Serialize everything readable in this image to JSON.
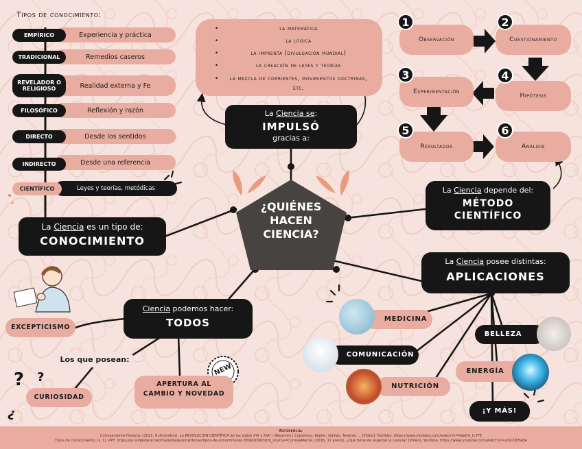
{
  "colors": {
    "dark": "#161616",
    "pink": "#e9aca0",
    "bg": "#f7e3dd",
    "pentagon": "#474341"
  },
  "header": {
    "title": "Tipos de conocimiento:"
  },
  "types": [
    {
      "label": "EMPÍRICO",
      "value": "Experiencia y práctica"
    },
    {
      "label": "TRADICIONAL",
      "value": "Remedios caseros"
    },
    {
      "label": "REVELADOR O RELIGIOSO",
      "value": "Realidad externa y Fe"
    },
    {
      "label": "FILOSÓFICO",
      "value": "Reflexión y razón"
    },
    {
      "label": "DIRECTO",
      "value": "Desde los sentidos"
    },
    {
      "label": "INDIRECTO",
      "value": "Desde una referencia"
    },
    {
      "label": "CIENTÍFICO",
      "value": "Leyes y teorías, metódicas"
    }
  ],
  "center": {
    "title": "¿QUIÉNES HACEN CIENCIA?"
  },
  "conocimiento": {
    "pre": "La ",
    "link": "Ciencia",
    "post": " es un tipo de:",
    "main": "CONOCIMIENTO"
  },
  "impulso": {
    "pre": "La ",
    "link": "Ciencia se",
    "post": ":",
    "main": "IMPULSÓ",
    "sub": "gracias a:"
  },
  "impulso_items": [
    "la matemática",
    "la lógica",
    "la imprenta (divulgación mundial)",
    "la creación de leyes y teorías",
    "la mezcla de corrientes, movimientos doctrinas, etc."
  ],
  "metodo": {
    "pre": "La ",
    "link": "Ciencia",
    "post": " depende del:",
    "main": "MÉTODO CIENTÍFICO"
  },
  "steps": [
    {
      "num": "1",
      "label": "Observación"
    },
    {
      "num": "2",
      "label": "Cuestionamiento"
    },
    {
      "num": "3",
      "label": "Experimentación"
    },
    {
      "num": "4",
      "label": "Hipótesis"
    },
    {
      "num": "5",
      "label": "Resultados"
    },
    {
      "num": "6",
      "label": "Análisis"
    }
  ],
  "aplicaciones": {
    "pre": "La ",
    "link": "Ciencia",
    "post": " posee distintas:",
    "main": "APLICACIONES"
  },
  "apps": {
    "medicina": "MEDICINA",
    "comunicacion": "COMUNICACIÓN",
    "nutricion": "NUTRICIÓN",
    "belleza": "BELLEZA",
    "energia": "ENERGÍA",
    "mas": "¡Y MÁS!"
  },
  "todos": {
    "link": "Ciencia",
    "post": " podemos hacer:",
    "main": "TODOS"
  },
  "poseen": "Los que posean:",
  "traits": {
    "excepticismo": "EXCEPTICISMO",
    "curiosidad": "CURIOSIDAD",
    "apertura": "APERTURA AL CAMBIO Y NOVEDAD"
  },
  "badge": "NEW",
  "references": {
    "heading": "Referencia:",
    "line1": "Curiosamente Historia. (2021, 9 diciembre). La REVOLUCIÓN CIENTÍFICA de los siglos XVI y XVII – Resumen | Copérnico, Kepler, Galileo, Newton.... [Vídeo]. YouTube. https://www.youtube.com/watch?v=RaeD4_tc7FE",
    "line2": "Tipos de conocimiento. (s. f.). PPT. https://es.slideshare.net/marielbegazocardenas/tipos-de-conocimiento-55991090?utm_source=CuriosaMente. (2016, 17 enero). ¿Qué tiene de especial la ciencia? [Vídeo]. YouTube. https://www.youtube.com/watch?v=vOX-Tj85a8A"
  }
}
